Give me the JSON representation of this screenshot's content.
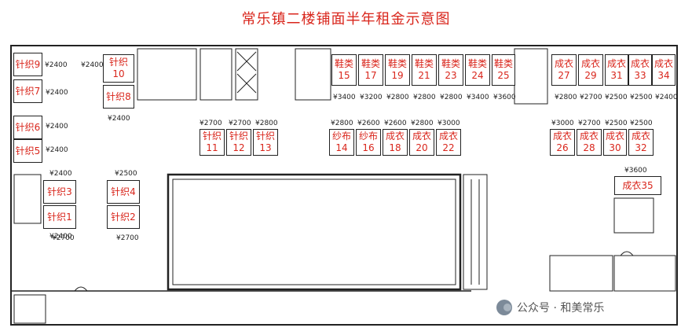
{
  "title": "常乐镇二楼铺面半年租金示意图",
  "watermark": "公众号 · 和美常乐",
  "colors": {
    "shop_text": "#d9261c",
    "line": "#222222"
  },
  "shops": [
    {
      "id": "zz9",
      "l1": "针织9",
      "l2": ""
    },
    {
      "id": "zz7",
      "l1": "针织7",
      "l2": ""
    },
    {
      "id": "zz6",
      "l1": "针织6",
      "l2": ""
    },
    {
      "id": "zz5",
      "l1": "针织5",
      "l2": ""
    },
    {
      "id": "zz10",
      "l1": "针织10",
      "l2": ""
    },
    {
      "id": "zz8",
      "l1": "针织8",
      "l2": ""
    },
    {
      "id": "zz3",
      "l1": "针织3",
      "l2": ""
    },
    {
      "id": "zz1",
      "l1": "针织1",
      "l2": ""
    },
    {
      "id": "zz4",
      "l1": "针织4",
      "l2": ""
    },
    {
      "id": "zz2",
      "l1": "针织2",
      "l2": ""
    },
    {
      "id": "zz11",
      "l1": "针织",
      "l2": "11"
    },
    {
      "id": "zz12",
      "l1": "针织",
      "l2": "12"
    },
    {
      "id": "zz13",
      "l1": "针织",
      "l2": "13"
    },
    {
      "id": "sb14",
      "l1": "纱布",
      "l2": "14"
    },
    {
      "id": "sb16",
      "l1": "纱布",
      "l2": "16"
    },
    {
      "id": "cy18",
      "l1": "成衣",
      "l2": "18"
    },
    {
      "id": "cy20",
      "l1": "成衣",
      "l2": "20"
    },
    {
      "id": "cy22",
      "l1": "成衣",
      "l2": "22"
    },
    {
      "id": "xl15",
      "l1": "鞋类",
      "l2": "15"
    },
    {
      "id": "xl17",
      "l1": "鞋类",
      "l2": "17"
    },
    {
      "id": "xl19",
      "l1": "鞋类",
      "l2": "19"
    },
    {
      "id": "xl21",
      "l1": "鞋类",
      "l2": "21"
    },
    {
      "id": "xl23",
      "l1": "鞋类",
      "l2": "23"
    },
    {
      "id": "xl24",
      "l1": "鞋类",
      "l2": "24"
    },
    {
      "id": "xl25",
      "l1": "鞋类",
      "l2": "25"
    },
    {
      "id": "cy27",
      "l1": "成衣",
      "l2": "27"
    },
    {
      "id": "cy29",
      "l1": "成衣",
      "l2": "29"
    },
    {
      "id": "cy31",
      "l1": "成衣",
      "l2": "31"
    },
    {
      "id": "cy33",
      "l1": "成衣",
      "l2": "33"
    },
    {
      "id": "cy34",
      "l1": "成衣",
      "l2": "34"
    },
    {
      "id": "cy26",
      "l1": "成衣",
      "l2": "26"
    },
    {
      "id": "cy28",
      "l1": "成衣",
      "l2": "28"
    },
    {
      "id": "cy30",
      "l1": "成衣",
      "l2": "30"
    },
    {
      "id": "cy32",
      "l1": "成衣",
      "l2": "32"
    },
    {
      "id": "cy35",
      "l1": "成衣35",
      "l2": ""
    }
  ],
  "prices": [
    "¥2400",
    "¥2400",
    "¥2400",
    "¥2400",
    "¥2400",
    "¥2400",
    "¥2400",
    "¥2400",
    "¥2500",
    "¥2700",
    "¥2700",
    "¥2700",
    "¥2700",
    "¥2800",
    "¥3400",
    "¥3200",
    "¥2800",
    "¥2800",
    "¥2800",
    "¥3400",
    "¥3600",
    "¥2800",
    "¥2600",
    "¥2600",
    "¥2800",
    "¥3000",
    "¥2800",
    "¥2700",
    "¥2500",
    "¥2500",
    "¥2400",
    "¥3000",
    "¥2700",
    "¥2500",
    "¥2500",
    "¥3600"
  ]
}
